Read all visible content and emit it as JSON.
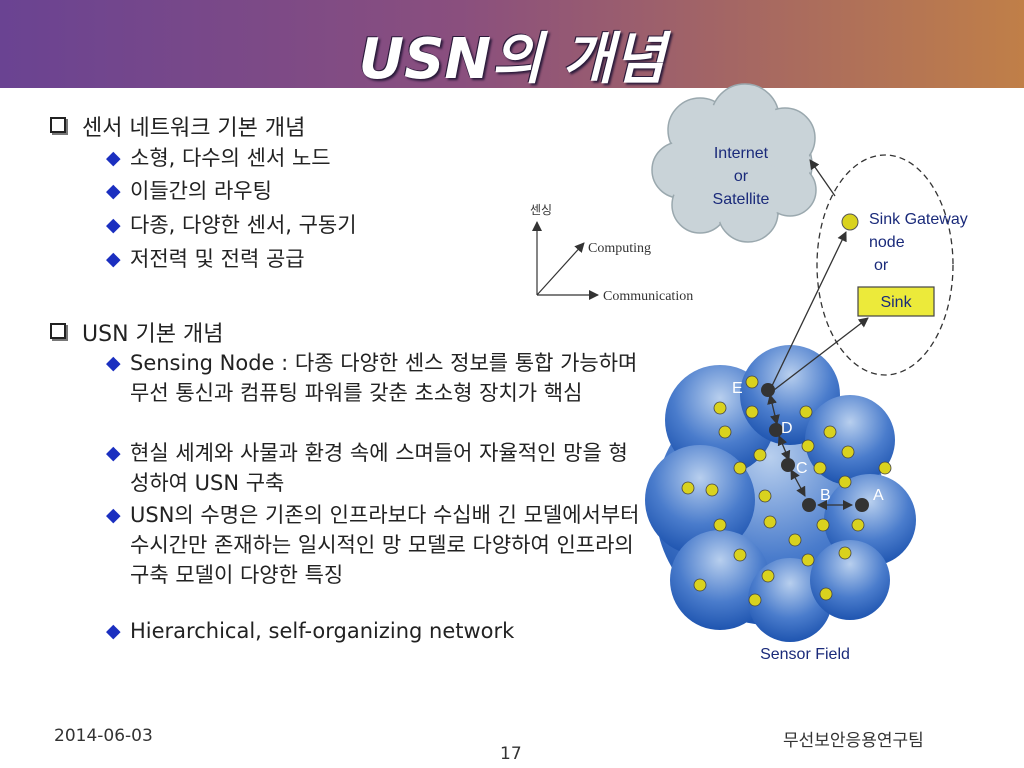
{
  "slide": {
    "title": "USN의 개념",
    "section1": {
      "heading": "센서 네트워크 기본 개념",
      "items": [
        "소형, 다수의 센서 노드",
        "이들간의 라우팅",
        "다종, 다양한 센서, 구동기",
        "저전력 및 전력 공급"
      ]
    },
    "section2": {
      "heading": "USN 기본 개념",
      "items": [
        "Sensing Node : 다종 다양한 센스 정보를 통합 가능하며 무선 통신과 컴퓨팅 파워를 갖춘 초소형 장치가 핵심",
        "현실 세계와 사물과 환경 속에 스며들어 자율적인 망을 형성하여 USN 구축",
        "USN의 수명은 기존의 인프라보다 수십배 긴 모델에서부터 수시간만 존재하는 일시적인 망 모델로 다양하여 인프라의 구축 모델이 다양한 특징",
        "Hierarchical, self-organizing network"
      ]
    },
    "footer": {
      "date": "2014-06-03",
      "page": "17",
      "org": "무선보안응용연구팀"
    }
  },
  "diagram": {
    "axes": {
      "vertical": "센싱",
      "diagonal": "Computing",
      "horizontal": "Communication"
    },
    "cloud_label": [
      "Internet",
      "or",
      "Satellite"
    ],
    "gateway_label": [
      "Sink Gateway",
      "node",
      "or"
    ],
    "sink_label": "Sink",
    "node_labels": {
      "a": "A",
      "b": "B",
      "c": "C",
      "d": "D",
      "e": "E"
    },
    "field_label": "Sensor Field",
    "colors": {
      "node": "#d9d21e",
      "cloud": "#c9d3d8",
      "field_top": "#a9c4e8",
      "field_bottom": "#1f55b0",
      "sink_fill": "#ecea3a"
    }
  }
}
